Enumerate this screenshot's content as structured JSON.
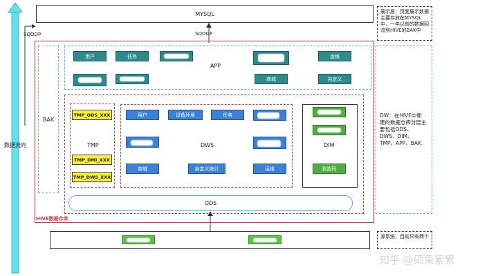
{
  "mysql": {
    "label": "MYSQL"
  },
  "sqoop": {
    "left": "SQOOP",
    "center": "SQOOP"
  },
  "flow": {
    "label": "数据流向"
  },
  "bak": {
    "label": "BAK"
  },
  "app": {
    "label": "APP",
    "buttons": [
      "用户",
      "任务",
      "运维",
      "商城",
      "自定义"
    ]
  },
  "tmp": {
    "label": "TMP",
    "items": [
      "TMP_ODS_XXX",
      "TMP_DMI_XXX",
      "TMP_DWS_XXX"
    ]
  },
  "dws": {
    "label": "DWS",
    "buttons": [
      "用户",
      "设备环境",
      "任务",
      "商城",
      "自定义统计",
      "运维"
    ]
  },
  "dim": {
    "label": "DIM",
    "button": "状态码"
  },
  "ods": {
    "label": "ODS"
  },
  "hive": {
    "label": "HIVE数据仓库"
  },
  "notes": {
    "display": "展示层：页面展示数据主要存放在MYSQL中，一年以前的数据回流到HIVE的BAK中",
    "dw": "DW：在HIVE中新建的数据仓库分层主要包括ODS、DWS、DIM、TMP、APP、BAK",
    "source": "源系统：目前只有两个"
  },
  "watermark": "知乎 @硕果累累",
  "colors": {
    "red": "#d9383a",
    "green": "#6bbf59",
    "teal": "#4bb6c9",
    "app_button": "#2e8b8b",
    "dws_button": "#3b82d6",
    "dim_button": "#4caf3f",
    "tmp_button": "#f7ef3a",
    "flow_arrow": "#5fe0ea"
  }
}
